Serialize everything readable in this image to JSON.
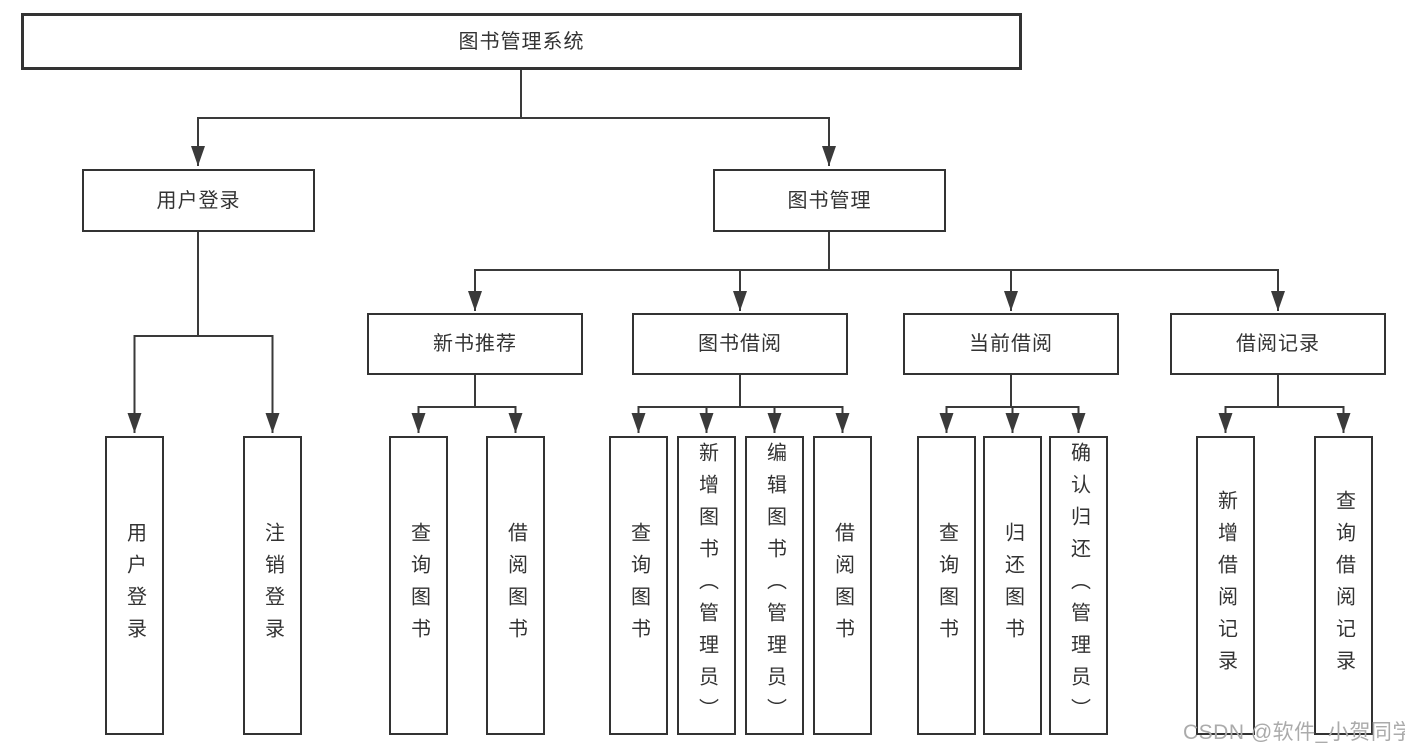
{
  "diagram": {
    "title": "图书管理系统",
    "level2": {
      "user_login": "用户登录",
      "book_mgmt": "图书管理"
    },
    "level3": {
      "new_books": "新书推荐",
      "borrowing": "图书借阅",
      "current": "当前借阅",
      "records": "借阅记录"
    },
    "leaves": {
      "login": [
        "用户登录",
        "注销登录"
      ],
      "new_books": [
        "查询图书",
        "借阅图书"
      ],
      "borrowing": [
        "查询图书",
        "新增图书（管理员）",
        "编辑图书（管理员）",
        "借阅图书"
      ],
      "current": [
        "查询图书",
        "归还图书",
        "确认归还（管理员）"
      ],
      "records": [
        "新增借阅记录",
        "查询借阅记录"
      ]
    }
  },
  "watermark": {
    "text": "CSDN @软件_小贺同学"
  },
  "colors": {
    "line": "#3a3a3a",
    "box_border": "#333333",
    "text": "#333333",
    "watermark": "#ababab",
    "background": "#ffffff"
  }
}
